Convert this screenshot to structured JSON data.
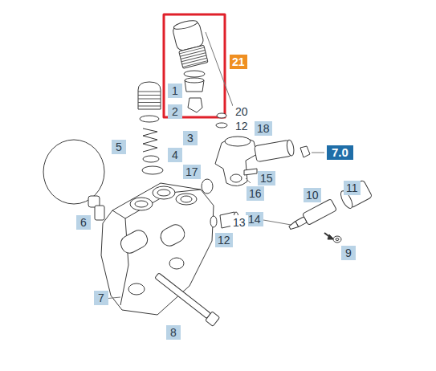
{
  "diagram": {
    "labels": [
      "21",
      "1",
      "20",
      "2",
      "12",
      "3",
      "18",
      "5",
      "4",
      "7.0",
      "17",
      "15",
      "16",
      "11",
      "10",
      "6",
      "14",
      "13",
      "12",
      "9",
      "7",
      "8"
    ]
  }
}
